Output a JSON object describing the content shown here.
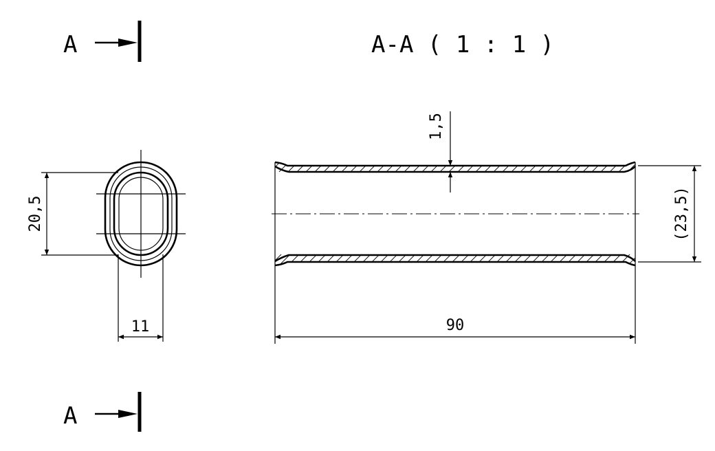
{
  "section_marker_top": "A",
  "section_marker_bottom": "A",
  "section_title": "A-A ( 1 : 1 )",
  "dimensions": {
    "height_end_view": "20,5",
    "width_end_view": "11",
    "wall_thickness": "1,5",
    "outer_height_ref": "(23,5)",
    "length": "90"
  },
  "colors": {
    "line": "#000000",
    "background": "#ffffff"
  }
}
